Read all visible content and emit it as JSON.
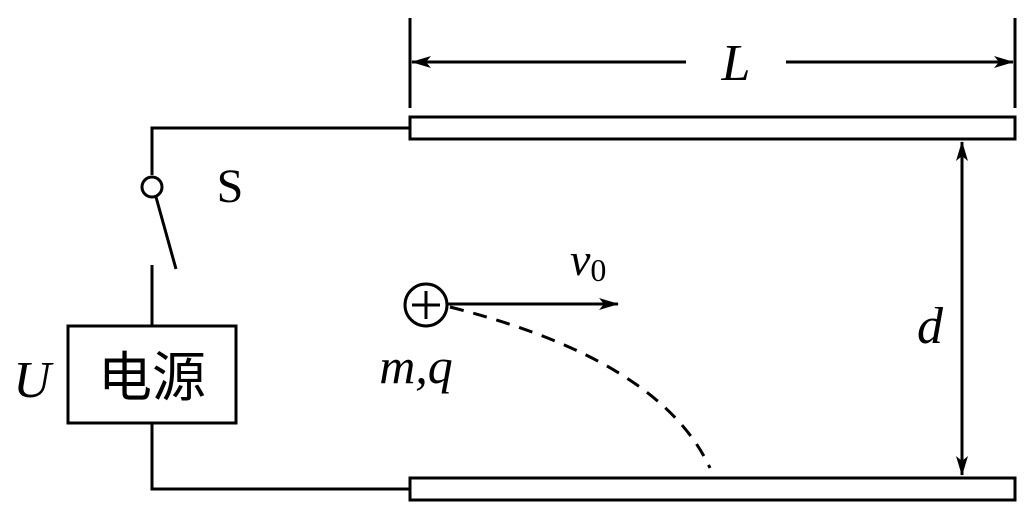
{
  "labels": {
    "length": "L",
    "switch": "S",
    "voltage": "U",
    "power_source": "电源",
    "velocity": "v",
    "velocity_sub": "0",
    "mass_charge": "m,q",
    "separation": "d",
    "charge_symbol": "+"
  },
  "colors": {
    "line": "#000000",
    "background": "#ffffff"
  }
}
